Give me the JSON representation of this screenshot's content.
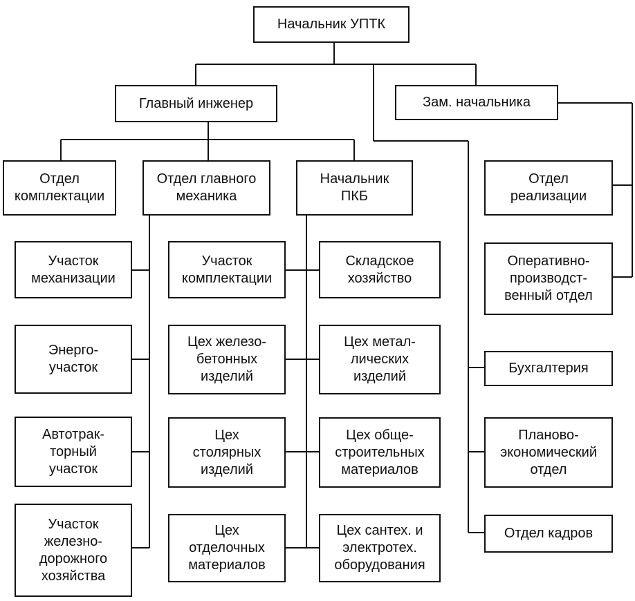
{
  "diagram": {
    "nodes": {
      "head": "Начальник УПТК",
      "chief_engineer": "Главный инженер",
      "deputy": "Зам. начальника",
      "procurement_dept": "Отдел\nкомплектации",
      "chief_mechanic_dept": "Отдел главного\nмеханика",
      "pkb_head": "Начальник\nПКБ",
      "sales_dept": "Отдел\nреализации",
      "operations_dept": "Оперативно-\nпроизводст-\nвенный отдел",
      "mechanization_site": "Участок\nмеханизации",
      "energy_site": "Энерго-\nучасток",
      "motor_tractor_site": "Автотрак-\nторный\nучасток",
      "railway_site": "Участок\nжелезно-\nдорожного\nхозяйства",
      "procurement_site": "Участок\nкомплектации",
      "rc_products_shop": "Цех железо-\nбетонных\nизделий",
      "joinery_shop": "Цех\nстолярных\nизделий",
      "finishing_shop": "Цех\nотделочных\nматериалов",
      "warehouse": "Складское\nхозяйство",
      "metal_products_shop": "Цех метал-\nлических\nизделий",
      "general_building_shop": "Цех обще-\nстроительных\nматериалов",
      "sanitary_electrical_shop": "Цех сантех. и\nэлектротех.\nоборудования",
      "accounting": "Бухгалтерия",
      "planning_dept": "Планово-\nэкономический\nотдел",
      "hr_dept": "Отдел кадров"
    }
  }
}
